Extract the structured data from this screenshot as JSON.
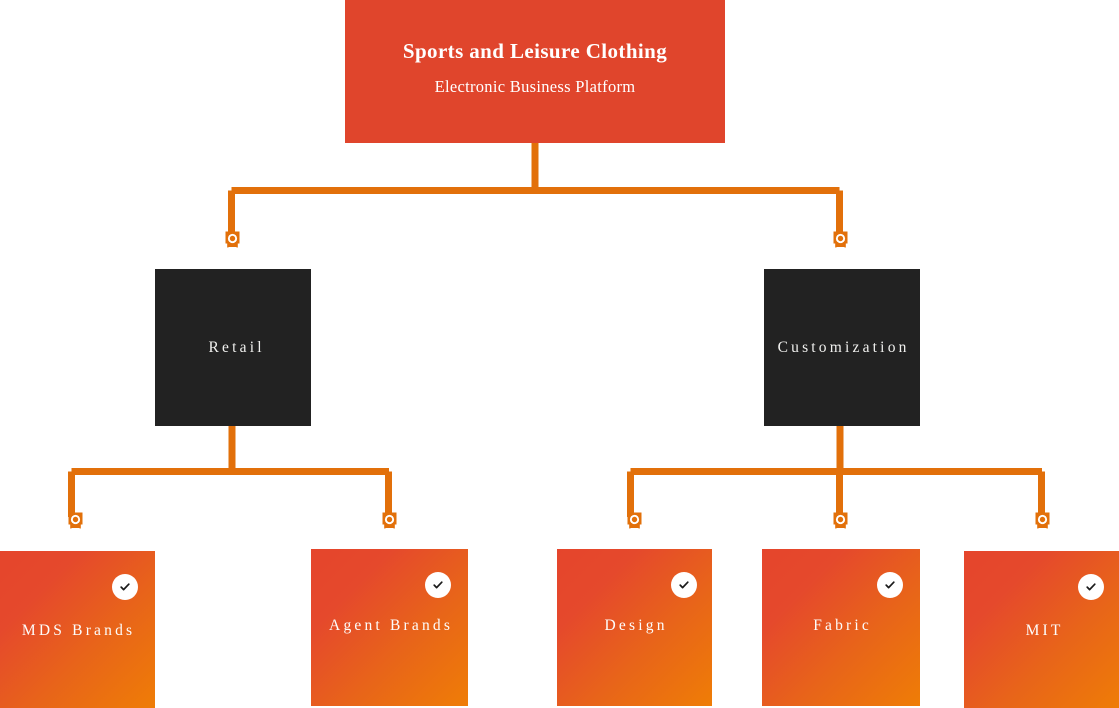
{
  "diagram": {
    "type": "org-tree",
    "orientation": "top-down",
    "colors": {
      "root_bg": "#E0452C",
      "branch_bg": "#222222",
      "leaf_gradient_from": "#E5452C",
      "leaf_gradient_to": "#EF7D06",
      "connector": "#E2700A",
      "node_icon": "#E2700A",
      "text_light": "#FFFFFF"
    },
    "root": {
      "title": "Sports and Leisure Clothing",
      "subtitle": "Electronic Business Platform"
    },
    "branches": [
      {
        "id": "retail",
        "label": "Retail",
        "node_icon": "expand-node-icon",
        "children": [
          {
            "id": "mds",
            "label": "MDS Brands",
            "badge_icon": "check-icon",
            "node_icon": "expand-node-icon"
          },
          {
            "id": "agent",
            "label": "Agent Brands",
            "badge_icon": "check-icon",
            "node_icon": "expand-node-icon"
          }
        ]
      },
      {
        "id": "customization",
        "label": "Customization",
        "node_icon": "expand-node-icon",
        "children": [
          {
            "id": "design",
            "label": "Design",
            "badge_icon": "check-icon",
            "node_icon": "expand-node-icon"
          },
          {
            "id": "fabric",
            "label": "Fabric",
            "badge_icon": "check-icon",
            "node_icon": "expand-node-icon"
          },
          {
            "id": "mit",
            "label": "MIT",
            "badge_icon": "check-icon",
            "node_icon": "expand-node-icon"
          }
        ]
      }
    ]
  }
}
